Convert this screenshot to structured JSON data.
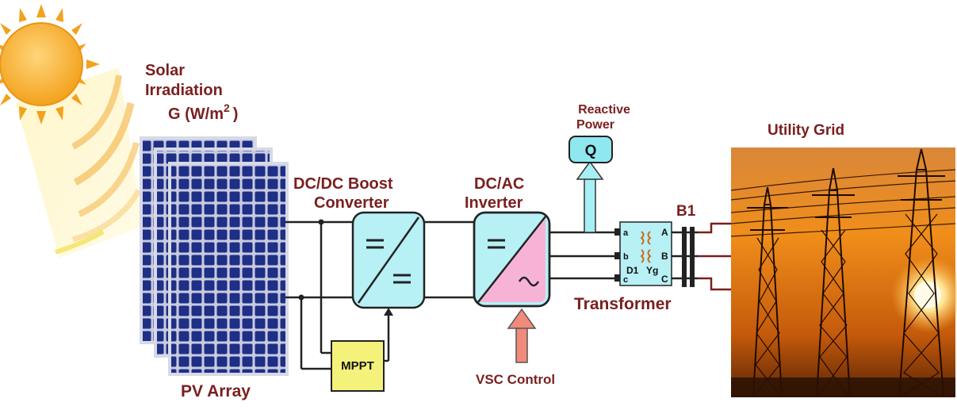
{
  "labels": {
    "solar_line1": "Solar",
    "solar_line2": "Irradiation",
    "g_label": "G  (W/m",
    "g_exp": "2",
    "g_close": ")",
    "pv_array": "PV Array",
    "dcdc_line1": "DC/DC  Boost",
    "dcdc_line2": "Converter",
    "dcac_line1": "DC/AC",
    "dcac_line2": "Inverter",
    "reactive_line1": "Reactive",
    "reactive_line2": "Power",
    "q": "Q",
    "mppt": "MPPT",
    "vsc_control": "VSC Control",
    "transformer": "Transformer",
    "b1": "B1",
    "utility_grid": "Utility Grid",
    "phase_a_low": "a",
    "phase_b_low": "b",
    "phase_c_low": "c",
    "phase_a_up": "A",
    "phase_b_up": "B",
    "phase_c_up": "C",
    "winding_primary": "D1",
    "winding_secondary": "Yg",
    "equal_sign": "=",
    "tilde_sign": "~"
  },
  "colors": {
    "label_text": "#7a1f1f",
    "converter_fill": "#b7f0f5",
    "inverter_ac_fill": "#f7b3d6",
    "mppt_fill": "#f4f27a",
    "q_fill": "#8fe8f0",
    "vsc_arrow": "#f08a7a",
    "reactive_arrow": "#a6f0f5",
    "wire": "#222222",
    "grid_wire": "#7a1f1f",
    "panel_blue": "#1f2f86",
    "sun_core": "#f9b233",
    "sky_top": "#e87d16",
    "sky_bottom": "#8a3b06"
  },
  "icons": {
    "sun": "sun-icon",
    "pv_panels": "solar-panel-icon",
    "towers": "transmission-tower-icon"
  }
}
